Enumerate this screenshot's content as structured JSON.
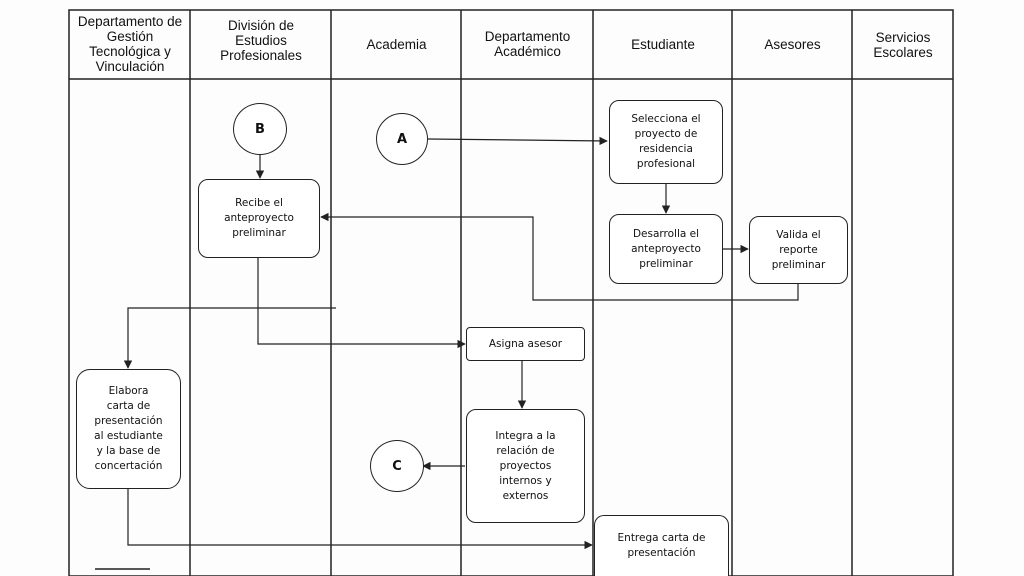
{
  "lanes": [
    "Departamento de Gestión\nTecnológica y\nVinculación",
    "División de\nEstudios\nProfesionales",
    "Academia",
    "Departamento\nAcadémico",
    "Estudiante",
    "Asesores",
    "Servicios\nEscolares"
  ],
  "connectors": {
    "a": "A",
    "b": "B",
    "c": "C"
  },
  "activities": {
    "selecciona": "Selecciona el\nproyecto de\nresidencia\nprofesional",
    "desarrolla": "Desarrolla el\nanteproyecto\npreliminar",
    "valida": "Valida el\nreporte\npreliminar",
    "recibe": "Recibe el\nanteproyecto\npreliminar",
    "asigna": "Asigna asesor",
    "integra": "Integra a la\nrelación de\nproyectos\ninternos y\nexternos",
    "elabora": "Elabora\ncarta de\npresentación\nal estudiante\ny la base de\nconcertación",
    "entrega": "Entrega carta de\npresentación"
  }
}
